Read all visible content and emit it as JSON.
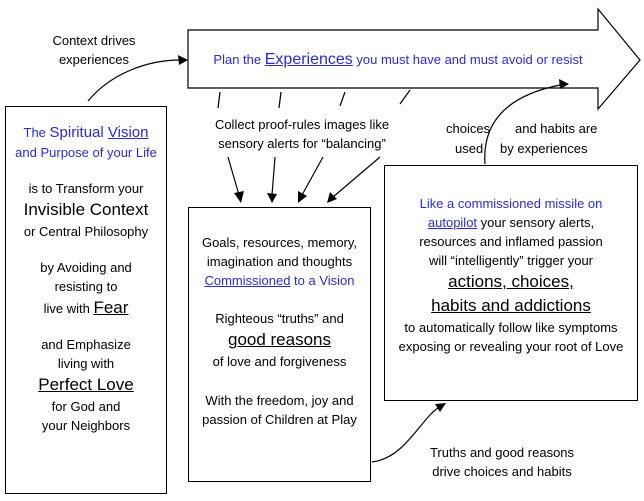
{
  "top_arrow": {
    "before": "Plan the ",
    "highlight": "Experiences",
    "after": " you must have and must avoid or resist"
  },
  "labels": {
    "context_1": "Context drives",
    "context_2": "experiences",
    "collect_1": "Collect proof-rules images like",
    "collect_2": "sensory alerts for “balancing”",
    "choices_a": "choices",
    "choices_b": "and habits are",
    "choices_c": "used",
    "choices_d": "by  experiences",
    "truths_1": "Truths and good reasons",
    "truths_2": "drive choices and habits"
  },
  "left_box": {
    "the": "The ",
    "spiritual": "Spiritual ",
    "vision": "Vision",
    "purpose": "and Purpose of your Life",
    "transform": "is to Transform your",
    "invisible": "Invisible Context",
    "philosophy": "or Central Philosophy",
    "avoiding": "by Avoiding and",
    "resisting": "resisting to",
    "live_with": "live with ",
    "fear": "Fear",
    "emphasize": "and Emphasize",
    "living_with": "living with",
    "perfect_love": "Perfect Love",
    "for_god": "for God and",
    "neighbors": "your Neighbors"
  },
  "middle_box": {
    "goals_1": "Goals, resources, memory,",
    "goals_2": "imagination and thoughts",
    "commissioned": "Commissioned",
    "to_vision": " to a Vision",
    "righteous": "Righteous “truths” and",
    "good_reasons": "good reasons",
    "love_forgive": "of love and forgiveness",
    "freedom": "With the freedom, joy and",
    "passion": "passion of Children at Play"
  },
  "right_box": {
    "missile": "Like a commissioned missile on",
    "autopilot": "autopilot",
    "sensory": " your sensory alerts,",
    "resources": "resources and inflamed passion",
    "trigger": "will “intelligently” trigger your",
    "actions": "actions, choices,",
    "habits": "habits and addictions",
    "follow": "to automatically follow like symptoms",
    "exposing": "exposing or revealing your root of Love"
  }
}
